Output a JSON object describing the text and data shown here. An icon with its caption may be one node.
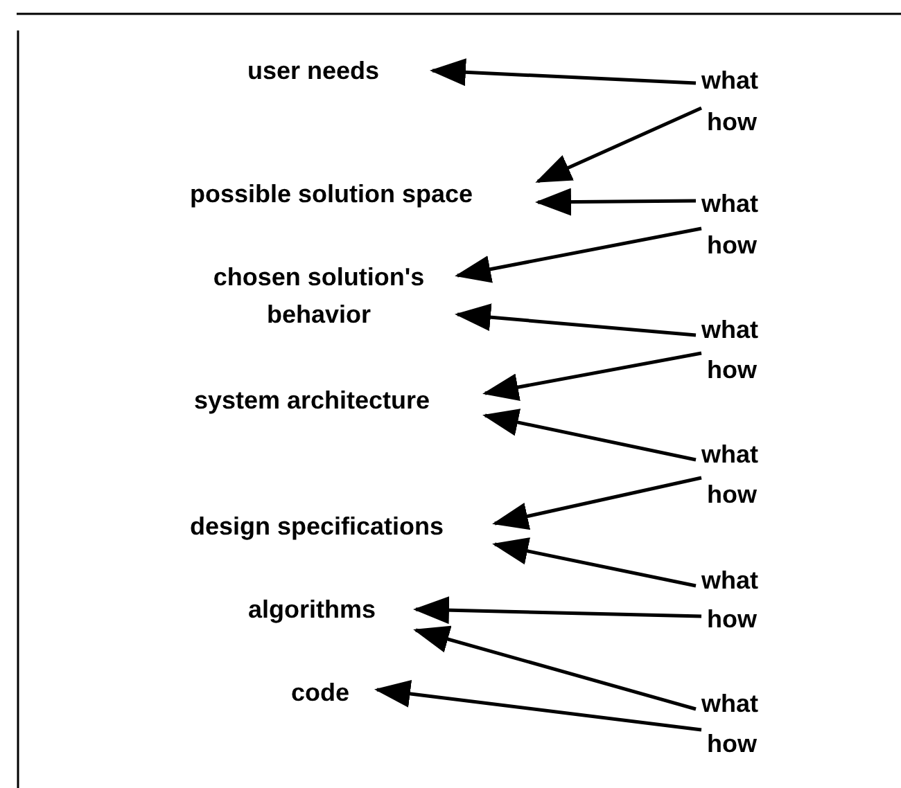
{
  "diagram": {
    "nodes": [
      {
        "text": [
          "user needs"
        ]
      },
      {
        "text": [
          "possible solution space"
        ]
      },
      {
        "text": [
          "chosen solution's behavior"
        ]
      },
      {
        "text": [
          "system architecture"
        ]
      },
      {
        "text": [
          "design specifications"
        ]
      },
      {
        "text": [
          "algorithms"
        ]
      },
      {
        "text": [
          "code"
        ]
      },
      {
        "text": [
          "what"
        ]
      },
      {
        "text": [
          "how"
        ]
      },
      {
        "text": [
          "what"
        ]
      },
      {
        "text": [
          "how"
        ]
      },
      {
        "text": [
          "what"
        ]
      },
      {
        "text": [
          "how"
        ]
      },
      {
        "text": [
          "what"
        ]
      },
      {
        "text": [
          "how"
        ]
      },
      {
        "text": [
          "what"
        ]
      },
      {
        "text": [
          "how"
        ]
      },
      {
        "text": [
          "what"
        ]
      },
      {
        "text": [
          "how"
        ]
      }
    ],
    "edges": [
      {
        "from": 7,
        "to": 0,
        "arrow": "to"
      },
      {
        "from": 8,
        "to": 1,
        "arrow": "to"
      },
      {
        "from": 9,
        "to": 1,
        "arrow": "to"
      },
      {
        "from": 10,
        "to": 2,
        "arrow": "to"
      },
      {
        "from": 11,
        "to": 2,
        "arrow": "to"
      },
      {
        "from": 12,
        "to": 3,
        "arrow": "to"
      },
      {
        "from": 13,
        "to": 3,
        "arrow": "to"
      },
      {
        "from": 14,
        "to": 4,
        "arrow": "to"
      },
      {
        "from": 15,
        "to": 4,
        "arrow": "to"
      },
      {
        "from": 16,
        "to": 5,
        "arrow": "to"
      },
      {
        "from": 17,
        "to": 5,
        "arrow": "to"
      },
      {
        "from": 18,
        "to": 6,
        "arrow": "to"
      }
    ]
  }
}
